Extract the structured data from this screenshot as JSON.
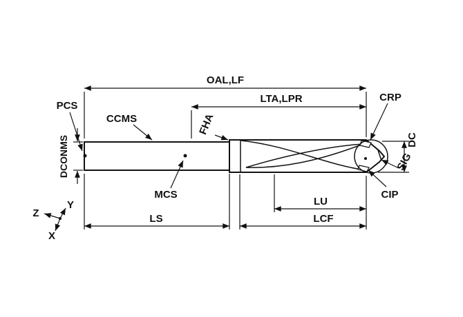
{
  "diagram": {
    "background": "#ffffff",
    "line_color": "#111111",
    "labels": {
      "oal_lf": "OAL,LF",
      "lta_lpr": "LTA,LPR",
      "crp": "CRP",
      "pcs": "PCS",
      "ccms": "CCMS",
      "fha": "FHA",
      "dconms": "DCONMS",
      "dc": "DC",
      "sig": "SIG",
      "mcs": "MCS",
      "cip": "CIP",
      "lu": "LU",
      "lcf": "LCF",
      "ls": "LS"
    },
    "axes": {
      "z": "Z",
      "y": "Y",
      "x": "X"
    }
  }
}
